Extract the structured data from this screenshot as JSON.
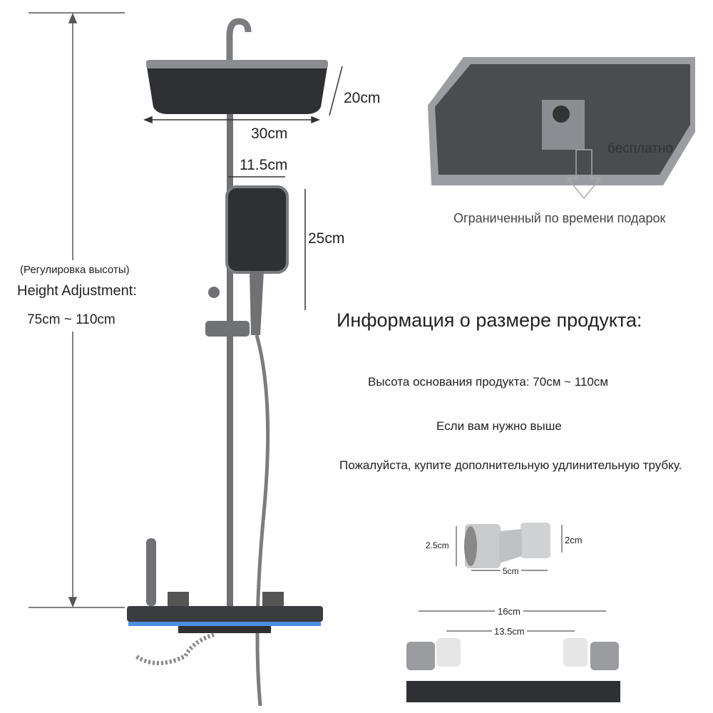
{
  "shower": {
    "head_depth": "20cm",
    "head_width": "30cm",
    "handheld_width": "11.5cm",
    "handheld_height": "25cm",
    "height_note_ru": "(Регулировка высоты)",
    "height_label": "Height Adjustment:",
    "height_range": "75cm ~ 110cm"
  },
  "gift": {
    "free_label": "бесплатно",
    "caption": "Ограниченный по времени подарок"
  },
  "info": {
    "title": "Информация о размере продукта:",
    "line1": "Высота основания продукта: 70см ~ 110см",
    "line2": "Если вам нужно выше",
    "line3": "Пожалуйста, купите дополнительную удлинительную трубку."
  },
  "adapter": {
    "left_diameter": "2.5cm",
    "right_diameter": "2cm",
    "length": "5cm",
    "outer_span": "16cm",
    "inner_span": "13.5cm"
  },
  "colors": {
    "metal": "#5a5c60",
    "shelf_glow": "#4a8fe0"
  }
}
